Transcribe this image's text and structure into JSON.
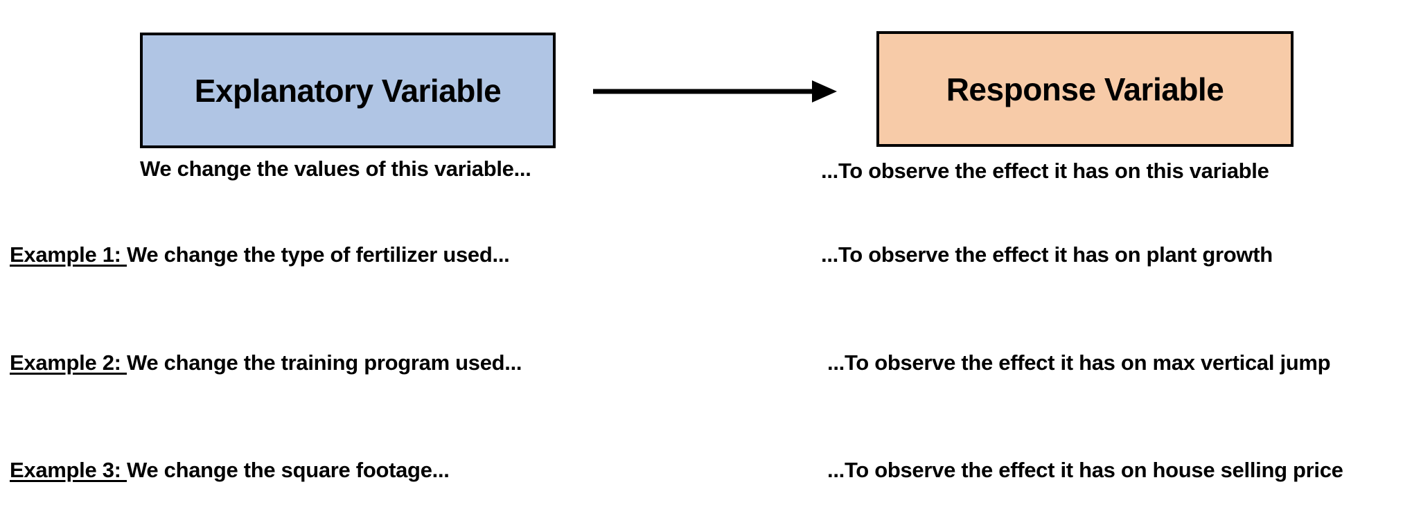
{
  "diagram": {
    "title_flow": "explanatory-variable-to-response-variable",
    "colors": {
      "explanatory_fill": "#b0c5e4",
      "response_fill": "#f7cba8",
      "border": "#000000",
      "text": "#000000",
      "background": "#ffffff"
    },
    "boxes": {
      "explanatory": {
        "label": "Explanatory Variable"
      },
      "response": {
        "label": "Response Variable"
      }
    },
    "arrow": {
      "name": "arrow-right-icon",
      "direction": "left-to-right"
    },
    "captions": {
      "left": "We change the values of this variable...",
      "right": "...To observe the effect it has on this variable"
    },
    "examples": [
      {
        "tag": "Example 1: ",
        "left": "We change the type of fertilizer used...",
        "right": "...To observe the effect it has on plant growth"
      },
      {
        "tag": "Example 2: ",
        "left": "We change the training program used...",
        "right": "...To observe the effect it has on max vertical jump"
      },
      {
        "tag": "Example 3: ",
        "left": "We change the square footage...",
        "right": "...To observe the effect it has on house selling price"
      }
    ]
  }
}
